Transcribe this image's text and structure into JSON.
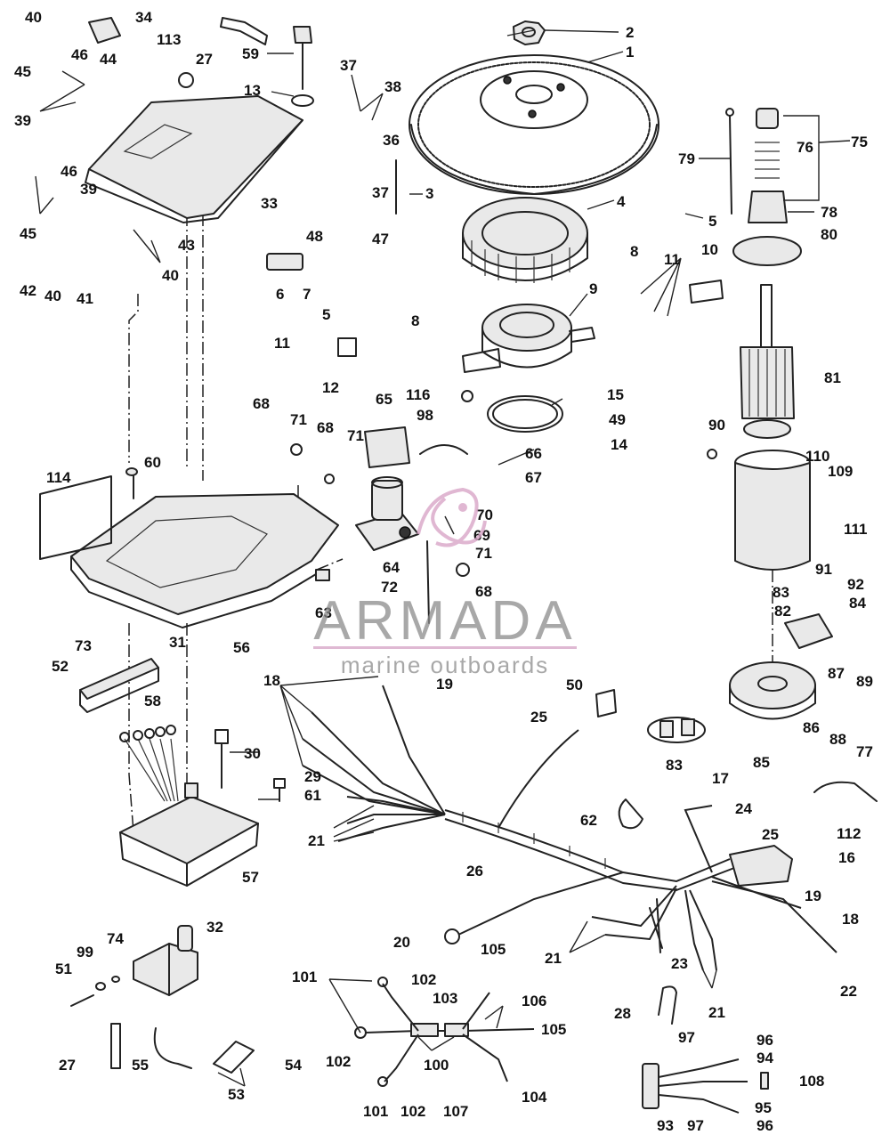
{
  "watermark": {
    "brand": "ARMADA",
    "tagline": "marine outboards",
    "logo_color": "#d9a6c8"
  },
  "callouts": [
    {
      "id": "c40a",
      "text": "40"
    },
    {
      "id": "c34",
      "text": "34"
    },
    {
      "id": "c27a",
      "text": "27"
    },
    {
      "id": "c113",
      "text": "113"
    },
    {
      "id": "c2",
      "text": "2"
    },
    {
      "id": "c1",
      "text": "1"
    },
    {
      "id": "c59",
      "text": "59"
    },
    {
      "id": "c46a",
      "text": "46"
    },
    {
      "id": "c44",
      "text": "44"
    },
    {
      "id": "c45a",
      "text": "45"
    },
    {
      "id": "c37a",
      "text": "37"
    },
    {
      "id": "c13",
      "text": "13"
    },
    {
      "id": "c38",
      "text": "38"
    },
    {
      "id": "c39a",
      "text": "39"
    },
    {
      "id": "c75",
      "text": "75"
    },
    {
      "id": "c76",
      "text": "76"
    },
    {
      "id": "c36",
      "text": "36"
    },
    {
      "id": "c46b",
      "text": "46"
    },
    {
      "id": "c79",
      "text": "79"
    },
    {
      "id": "c39b",
      "text": "39"
    },
    {
      "id": "c37b",
      "text": "37"
    },
    {
      "id": "c3",
      "text": "3"
    },
    {
      "id": "c33",
      "text": "33"
    },
    {
      "id": "c4",
      "text": "4"
    },
    {
      "id": "c78",
      "text": "78"
    },
    {
      "id": "c45b",
      "text": "45"
    },
    {
      "id": "c48",
      "text": "48"
    },
    {
      "id": "c47",
      "text": "47"
    },
    {
      "id": "c5a",
      "text": "5"
    },
    {
      "id": "c43",
      "text": "43"
    },
    {
      "id": "c10",
      "text": "10"
    },
    {
      "id": "c80",
      "text": "80"
    },
    {
      "id": "c8a",
      "text": "8"
    },
    {
      "id": "c40b",
      "text": "40"
    },
    {
      "id": "c11a",
      "text": "11"
    },
    {
      "id": "c42",
      "text": "42"
    },
    {
      "id": "c40c",
      "text": "40"
    },
    {
      "id": "c41",
      "text": "41"
    },
    {
      "id": "c6",
      "text": "6"
    },
    {
      "id": "c7",
      "text": "7"
    },
    {
      "id": "c9",
      "text": "9"
    },
    {
      "id": "c5b",
      "text": "5"
    },
    {
      "id": "c8b",
      "text": "8"
    },
    {
      "id": "c11b",
      "text": "11"
    },
    {
      "id": "c12",
      "text": "12"
    },
    {
      "id": "c81",
      "text": "81"
    },
    {
      "id": "c116",
      "text": "116"
    },
    {
      "id": "c15",
      "text": "15"
    },
    {
      "id": "c65",
      "text": "65"
    },
    {
      "id": "c98",
      "text": "98"
    },
    {
      "id": "c49",
      "text": "49"
    },
    {
      "id": "c68a",
      "text": "68"
    },
    {
      "id": "c71a",
      "text": "71"
    },
    {
      "id": "c68b",
      "text": "68"
    },
    {
      "id": "c71b",
      "text": "71"
    },
    {
      "id": "c14",
      "text": "14"
    },
    {
      "id": "c90",
      "text": "90"
    },
    {
      "id": "c66",
      "text": "66"
    },
    {
      "id": "c110",
      "text": "110"
    },
    {
      "id": "c109",
      "text": "109"
    },
    {
      "id": "c114",
      "text": "114"
    },
    {
      "id": "c60",
      "text": "60"
    },
    {
      "id": "c67",
      "text": "67"
    },
    {
      "id": "c70",
      "text": "70"
    },
    {
      "id": "c69",
      "text": "69"
    },
    {
      "id": "c111",
      "text": "111"
    },
    {
      "id": "c71c",
      "text": "71"
    },
    {
      "id": "c64",
      "text": "64"
    },
    {
      "id": "c91",
      "text": "91"
    },
    {
      "id": "c92",
      "text": "92"
    },
    {
      "id": "c72",
      "text": "72"
    },
    {
      "id": "c68c",
      "text": "68"
    },
    {
      "id": "c83a",
      "text": "83"
    },
    {
      "id": "c84",
      "text": "84"
    },
    {
      "id": "c63",
      "text": "63"
    },
    {
      "id": "c82",
      "text": "82"
    },
    {
      "id": "c56",
      "text": "56"
    },
    {
      "id": "c73",
      "text": "73"
    },
    {
      "id": "c31",
      "text": "31"
    },
    {
      "id": "c52",
      "text": "52"
    },
    {
      "id": "c87",
      "text": "87"
    },
    {
      "id": "c89",
      "text": "89"
    },
    {
      "id": "c18a",
      "text": "18"
    },
    {
      "id": "c19a",
      "text": "19"
    },
    {
      "id": "c50",
      "text": "50"
    },
    {
      "id": "c58",
      "text": "58"
    },
    {
      "id": "c25a",
      "text": "25"
    },
    {
      "id": "c86",
      "text": "86"
    },
    {
      "id": "c88",
      "text": "88"
    },
    {
      "id": "c77",
      "text": "77"
    },
    {
      "id": "c30",
      "text": "30"
    },
    {
      "id": "c83b",
      "text": "83"
    },
    {
      "id": "c85",
      "text": "85"
    },
    {
      "id": "c29",
      "text": "29"
    },
    {
      "id": "c17",
      "text": "17"
    },
    {
      "id": "c61",
      "text": "61"
    },
    {
      "id": "c62",
      "text": "62"
    },
    {
      "id": "c24",
      "text": "24"
    },
    {
      "id": "c112",
      "text": "112"
    },
    {
      "id": "c21a",
      "text": "21"
    },
    {
      "id": "c25b",
      "text": "25"
    },
    {
      "id": "c26",
      "text": "26"
    },
    {
      "id": "c16",
      "text": "16"
    },
    {
      "id": "c57",
      "text": "57"
    },
    {
      "id": "c19b",
      "text": "19"
    },
    {
      "id": "c18b",
      "text": "18"
    },
    {
      "id": "c32",
      "text": "32"
    },
    {
      "id": "c20",
      "text": "20"
    },
    {
      "id": "c74",
      "text": "74"
    },
    {
      "id": "c21b",
      "text": "21"
    },
    {
      "id": "c23",
      "text": "23"
    },
    {
      "id": "c99",
      "text": "99"
    },
    {
      "id": "c51",
      "text": "51"
    },
    {
      "id": "c22",
      "text": "22"
    },
    {
      "id": "c105a",
      "text": "105"
    },
    {
      "id": "c101a",
      "text": "101"
    },
    {
      "id": "c102a",
      "text": "102"
    },
    {
      "id": "c103",
      "text": "103"
    },
    {
      "id": "c106",
      "text": "106"
    },
    {
      "id": "c21c",
      "text": "21"
    },
    {
      "id": "c28",
      "text": "28"
    },
    {
      "id": "c105b",
      "text": "105"
    },
    {
      "id": "c97a",
      "text": "97"
    },
    {
      "id": "c96a",
      "text": "96"
    },
    {
      "id": "c27b",
      "text": "27"
    },
    {
      "id": "c55",
      "text": "55"
    },
    {
      "id": "c54",
      "text": "54"
    },
    {
      "id": "c102b",
      "text": "102"
    },
    {
      "id": "c100",
      "text": "100"
    },
    {
      "id": "c94",
      "text": "94"
    },
    {
      "id": "c108",
      "text": "108"
    },
    {
      "id": "c53",
      "text": "53"
    },
    {
      "id": "c104",
      "text": "104"
    },
    {
      "id": "c95",
      "text": "95"
    },
    {
      "id": "c101b",
      "text": "101"
    },
    {
      "id": "c102c",
      "text": "102"
    },
    {
      "id": "c107",
      "text": "107"
    },
    {
      "id": "c93",
      "text": "93"
    },
    {
      "id": "c97b",
      "text": "97"
    },
    {
      "id": "c96b",
      "text": "96"
    }
  ]
}
